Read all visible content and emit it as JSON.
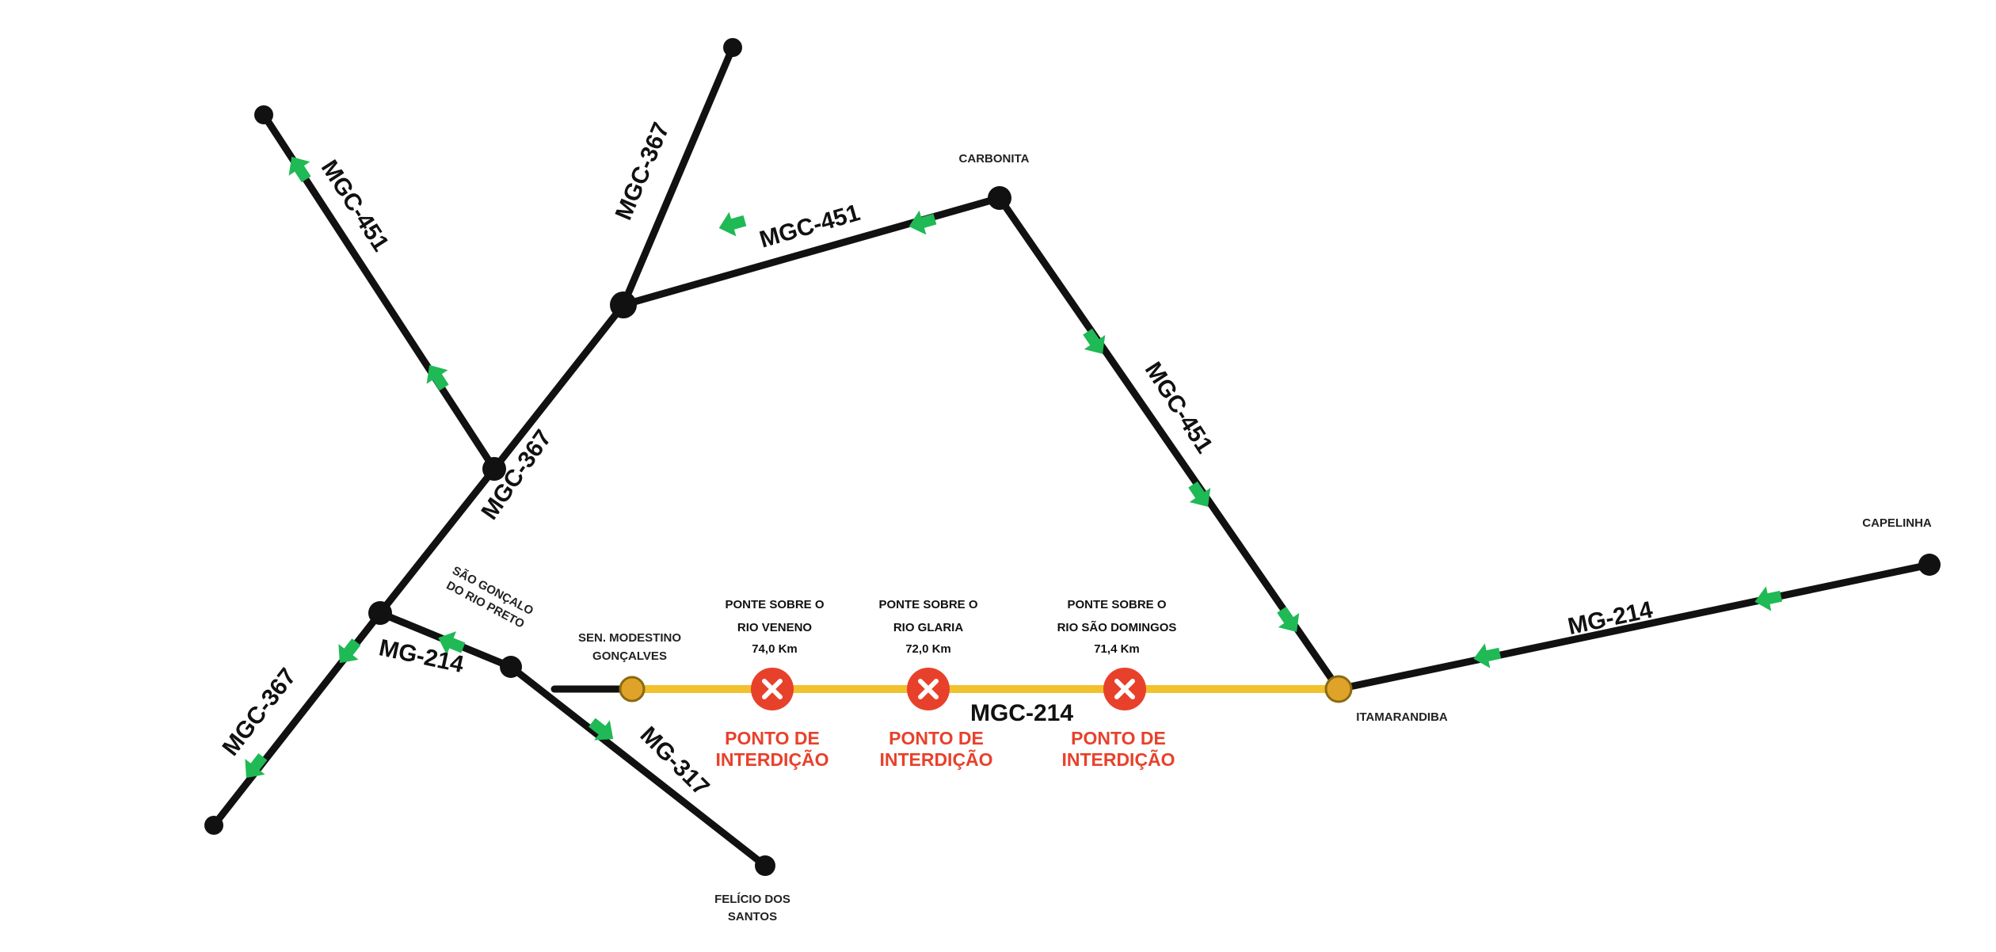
{
  "colors": {
    "road": "#111111",
    "closed_road": "#f2c12e",
    "closure": "#e8412b",
    "detour_arrow": "#1fb955",
    "town": "#e0a32a"
  },
  "roads": {
    "mgc451_nw": "MGC-451",
    "mgc367_n": "MGC-367",
    "mgc451_n": "MGC-451",
    "mgc451_e": "MGC-451",
    "mgc367_c": "MGC-367",
    "mgc367_sw": "MGC-367",
    "mg214_w": "MG-214",
    "mg317": "MG-317",
    "mgc214": "MGC-214",
    "mg214_e": "MG-214"
  },
  "cities": {
    "carbonita": "CARBONITA",
    "capelinha": "CAPELINHA",
    "itamarandiba": "ITAMARANDIBA",
    "sao_goncalo": [
      "SÃO GONÇALO",
      "DO RIO PRETO"
    ],
    "sen_modestino": [
      "SEN. MODESTINO",
      "GONÇALVES"
    ],
    "felicio": [
      "FELÍCIO DOS",
      "SANTOS"
    ]
  },
  "bridges": [
    {
      "lines": [
        "PONTE SOBRE O",
        "RIO VENENO",
        "74,0 Km"
      ]
    },
    {
      "lines": [
        "PONTE SOBRE O",
        "RIO GLARIA",
        "72,0 Km"
      ]
    },
    {
      "lines": [
        "PONTE SOBRE O",
        "RIO SÃO DOMINGOS",
        "71,4 Km"
      ]
    }
  ],
  "closure_label": [
    "PONTO DE",
    "INTERDIÇÃO"
  ],
  "closure_icon": "x-circle-icon",
  "arrow_icon": "green-arrow-icon"
}
